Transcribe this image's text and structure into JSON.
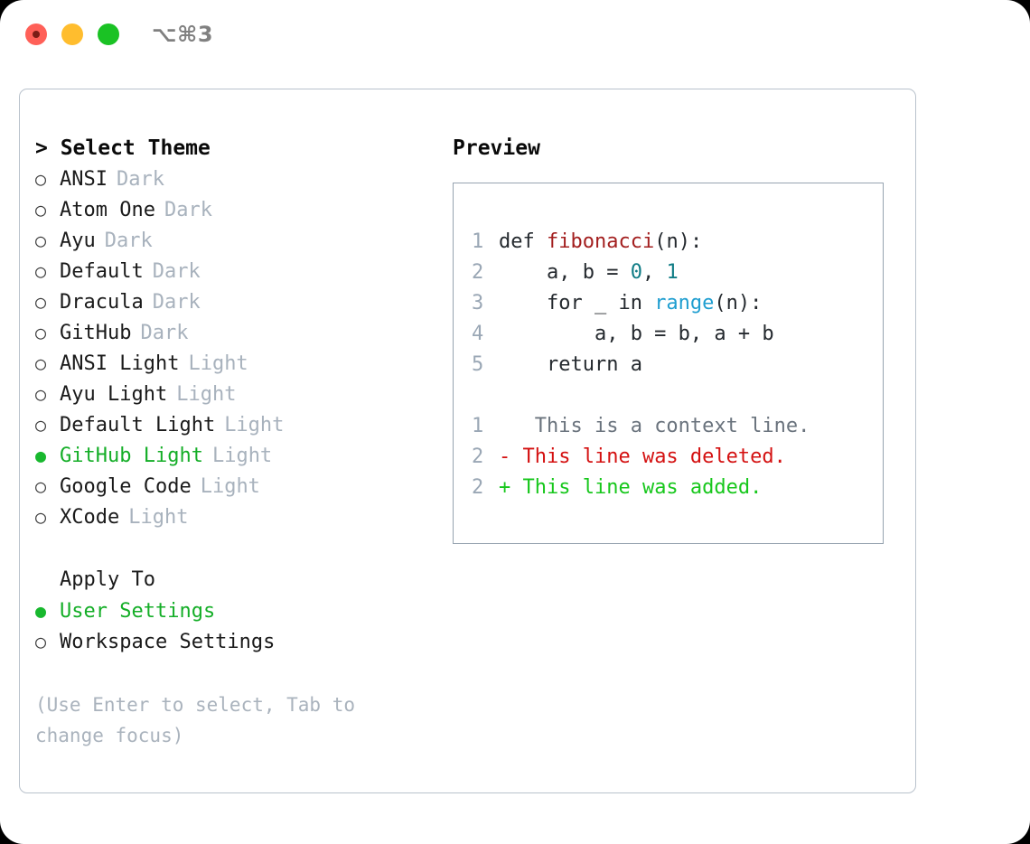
{
  "titlebar": {
    "shortcut": "⌥⌘3",
    "buttons": [
      "close",
      "minimize",
      "maximize"
    ]
  },
  "theme_selector": {
    "heading": "> Select Theme",
    "marker_unselected": "○",
    "marker_selected": "●",
    "items": [
      {
        "name": "ANSI",
        "tag": "Dark",
        "selected": false
      },
      {
        "name": "Atom One",
        "tag": "Dark",
        "selected": false
      },
      {
        "name": "Ayu",
        "tag": "Dark",
        "selected": false
      },
      {
        "name": "Default",
        "tag": "Dark",
        "selected": false
      },
      {
        "name": "Dracula",
        "tag": "Dark",
        "selected": false
      },
      {
        "name": "GitHub",
        "tag": "Dark",
        "selected": false
      },
      {
        "name": "ANSI Light",
        "tag": "Light",
        "selected": false
      },
      {
        "name": "Ayu Light",
        "tag": "Light",
        "selected": false
      },
      {
        "name": "Default Light",
        "tag": "Light",
        "selected": false
      },
      {
        "name": "GitHub Light",
        "tag": "Light",
        "selected": true
      },
      {
        "name": "Google Code",
        "tag": "Light",
        "selected": false
      },
      {
        "name": "XCode",
        "tag": "Light",
        "selected": false
      }
    ]
  },
  "apply_to": {
    "heading": "Apply To",
    "items": [
      {
        "name": "User Settings",
        "selected": true
      },
      {
        "name": "Workspace Settings",
        "selected": false
      }
    ]
  },
  "hint": "(Use Enter to select, Tab to change focus)",
  "preview": {
    "heading": "Preview",
    "code": [
      {
        "lineno": "1",
        "parts": [
          {
            "t": "def ",
            "c": "plain"
          },
          {
            "t": "fibonacci",
            "c": "fn"
          },
          {
            "t": "(n):",
            "c": "plain"
          }
        ]
      },
      {
        "lineno": "2",
        "parts": [
          {
            "t": "    a, b = ",
            "c": "plain"
          },
          {
            "t": "0",
            "c": "num"
          },
          {
            "t": ", ",
            "c": "plain"
          },
          {
            "t": "1",
            "c": "num"
          }
        ]
      },
      {
        "lineno": "3",
        "parts": [
          {
            "t": "    for _ in ",
            "c": "plain"
          },
          {
            "t": "range",
            "c": "call"
          },
          {
            "t": "(n):",
            "c": "plain"
          }
        ]
      },
      {
        "lineno": "4",
        "parts": [
          {
            "t": "        a, b = b, a + b",
            "c": "plain"
          }
        ]
      },
      {
        "lineno": "5",
        "parts": [
          {
            "t": "    return a",
            "c": "plain"
          }
        ]
      }
    ],
    "diff": [
      {
        "lineno": "1",
        "sign": " ",
        "text": "  This is a context line.",
        "kind": "ctx"
      },
      {
        "lineno": "2",
        "sign": "-",
        "text": " This line was deleted.",
        "kind": "del"
      },
      {
        "lineno": "2",
        "sign": "+",
        "text": " This line was added.",
        "kind": "add"
      }
    ]
  },
  "colors": {
    "selected_green": "#14ae27",
    "tag_gray": "#a8b2bd",
    "lineno": "#9aa7b5",
    "function_red": "#a31f1f",
    "number_teal": "#0f7c85",
    "call_blue": "#1f9ed0",
    "diff_delete": "#d41111",
    "diff_add": "#17c71c",
    "panel_border": "#b9c2cc",
    "preview_border": "#96a3b0"
  }
}
